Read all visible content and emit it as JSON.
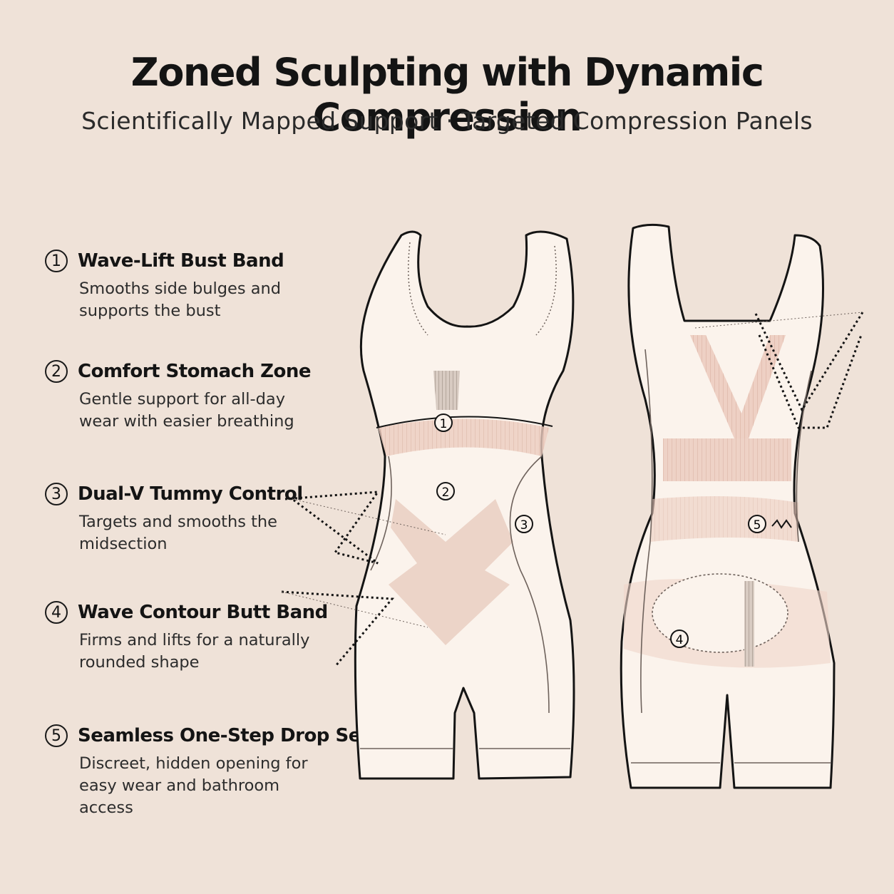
{
  "header": {
    "title": "Zoned Sculpting with Dynamic Compression",
    "subtitle": "Scientifically Mapped Support · Targeted Compression Panels"
  },
  "features": [
    {
      "number": "1",
      "title": "Wave-Lift Bust Band",
      "description": "Smooths side bulges and supports the bust"
    },
    {
      "number": "2",
      "title": "Comfort Stomach Zone",
      "description": "Gentle support for all-day wear with easier breathing"
    },
    {
      "number": "3",
      "title": "Dual-V Tummy Control",
      "description": "Targets and smooths the midsection"
    },
    {
      "number": "4",
      "title": "Wave Contour Butt Band",
      "description": "Firms and lifts for a naturally rounded shape"
    },
    {
      "number": "5",
      "title": "Seamless One-Step Drop Seat",
      "description": "Discreet, hidden opening for easy wear and bathroom access"
    }
  ],
  "diagram": {
    "front_markers": [
      "1",
      "2",
      "3"
    ],
    "back_markers": [
      "5",
      "4"
    ]
  },
  "colors": {
    "background": "#efe2d8",
    "garment": "#fbf3ec",
    "panel": "#eac8ba",
    "outline": "#141414"
  }
}
